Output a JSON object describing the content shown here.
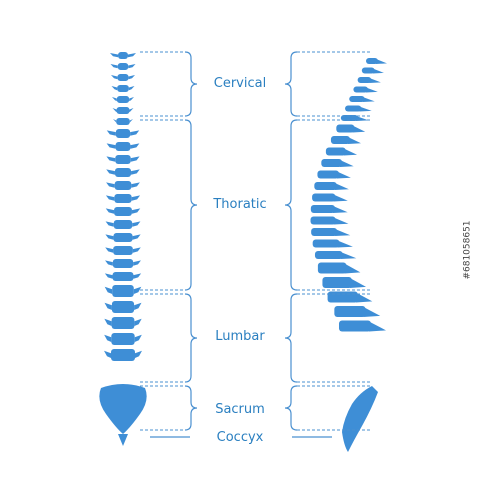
{
  "colors": {
    "bone": "#3e8ed6",
    "line": "#4a90d0",
    "label": "#2a7fc0"
  },
  "labels": {
    "cervical": "Cervical",
    "thoracic": "Thoratic",
    "lumbar": "Lumbar",
    "sacrum": "Sacrum",
    "coccyx": "Coccyx"
  },
  "watermark": "#681058651"
}
